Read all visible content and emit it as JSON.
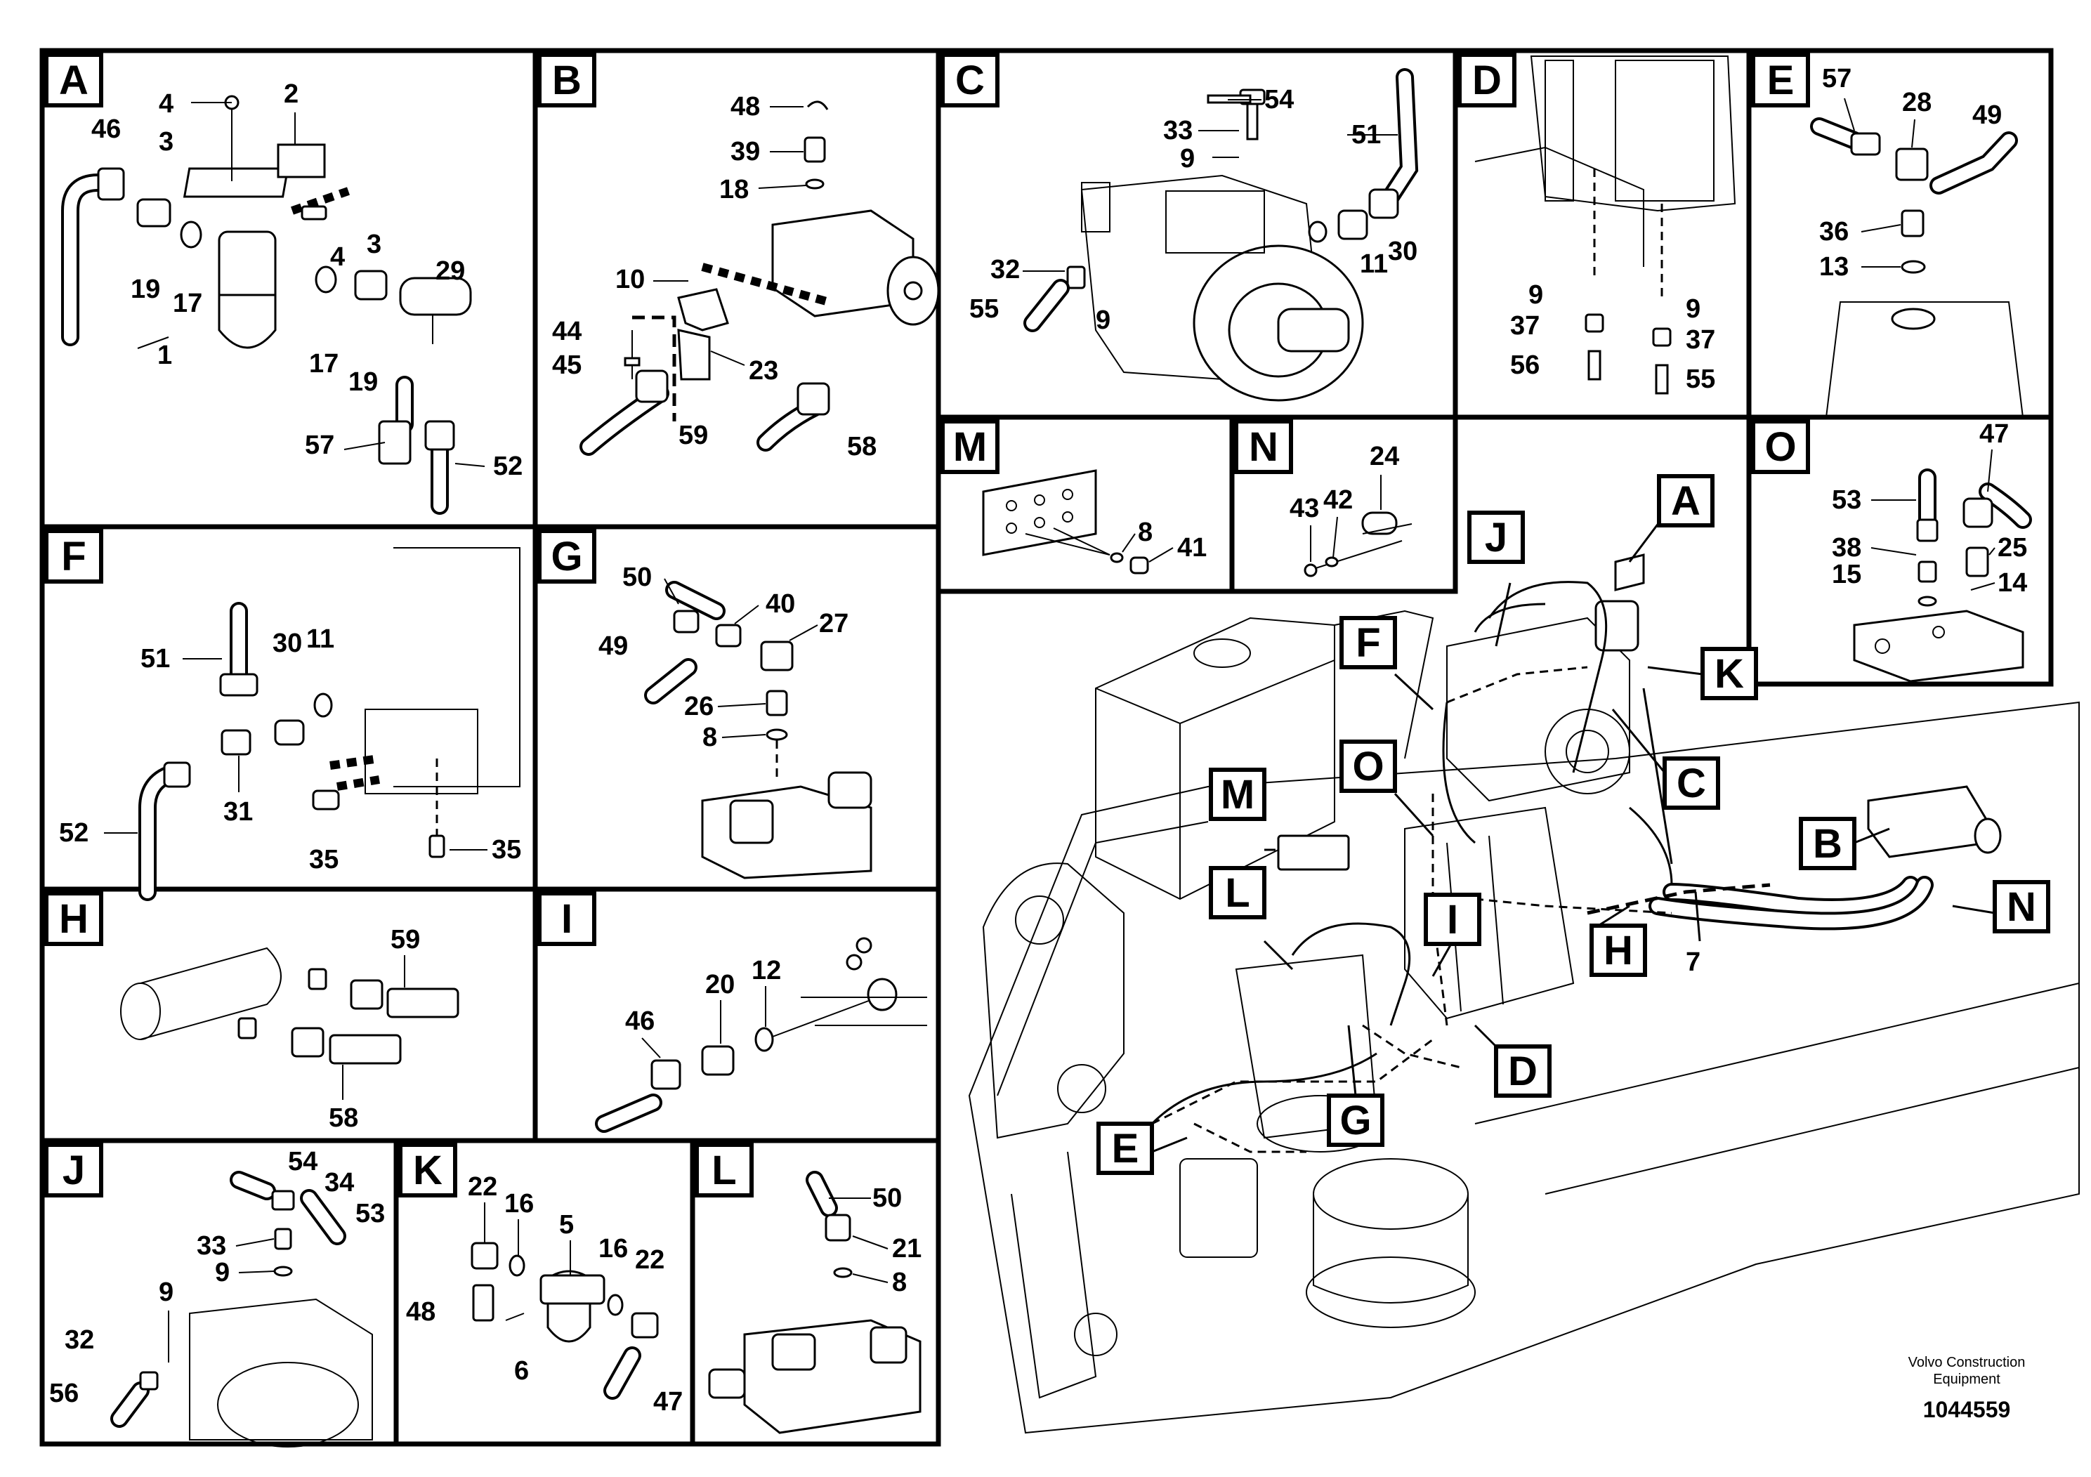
{
  "panels": {
    "A": {
      "label": "A",
      "callouts": [
        "4",
        "2",
        "3",
        "46",
        "3",
        "4",
        "29",
        "19",
        "17",
        "1",
        "17",
        "19",
        "57",
        "52"
      ]
    },
    "B": {
      "label": "B",
      "callouts": [
        "48",
        "39",
        "18",
        "10",
        "44",
        "45",
        "23",
        "59",
        "58"
      ]
    },
    "C": {
      "label": "C",
      "callouts": [
        "54",
        "33",
        "9",
        "51",
        "32",
        "55",
        "9",
        "11",
        "30"
      ]
    },
    "D": {
      "label": "D",
      "callouts": [
        "9",
        "37",
        "56",
        "9",
        "37",
        "55"
      ]
    },
    "E": {
      "label": "E",
      "callouts": [
        "57",
        "28",
        "49",
        "36",
        "13"
      ]
    },
    "F": {
      "label": "F",
      "callouts": [
        "51",
        "30",
        "11",
        "52",
        "31",
        "35",
        "35"
      ]
    },
    "G": {
      "label": "G",
      "callouts": [
        "50",
        "40",
        "27",
        "49",
        "26",
        "8"
      ]
    },
    "H": {
      "label": "H",
      "callouts": [
        "59",
        "58"
      ]
    },
    "I": {
      "label": "I",
      "callouts": [
        "20",
        "12",
        "46"
      ]
    },
    "J": {
      "label": "J",
      "callouts": [
        "54",
        "34",
        "53",
        "33",
        "9",
        "9",
        "32",
        "56"
      ]
    },
    "K": {
      "label": "K",
      "callouts": [
        "22",
        "16",
        "5",
        "16",
        "22",
        "48",
        "6",
        "47"
      ]
    },
    "L": {
      "label": "L",
      "callouts": [
        "50",
        "21",
        "8"
      ]
    },
    "M": {
      "label": "M",
      "callouts": [
        "8",
        "41"
      ]
    },
    "N": {
      "label": "N",
      "callouts": [
        "24",
        "43",
        "42"
      ]
    },
    "O": {
      "label": "O",
      "callouts": [
        "47",
        "53",
        "38",
        "25",
        "15",
        "14"
      ]
    }
  },
  "overview": {
    "badges": [
      "A",
      "J",
      "F",
      "K",
      "O",
      "C",
      "M",
      "B",
      "L",
      "I",
      "N",
      "H",
      "D",
      "G",
      "E"
    ],
    "callout_7": "7"
  },
  "footer": {
    "brand_line1": "Volvo Construction",
    "brand_line2": "Equipment",
    "doc_number": "1044559"
  }
}
